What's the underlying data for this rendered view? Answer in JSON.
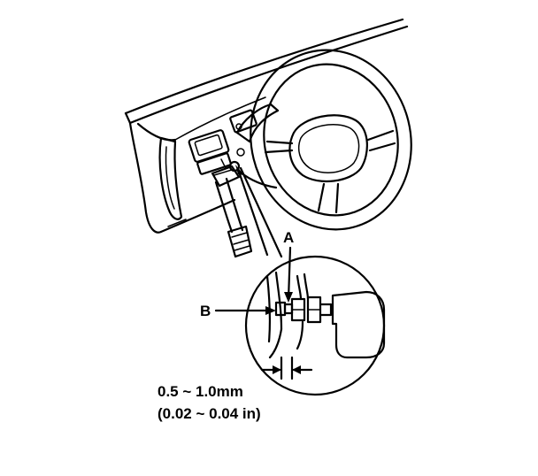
{
  "labels": {
    "a": "A",
    "b": "B"
  },
  "specification": {
    "metric": "0.5 ~ 1.0mm",
    "imperial": "(0.02 ~ 0.04 in)"
  }
}
